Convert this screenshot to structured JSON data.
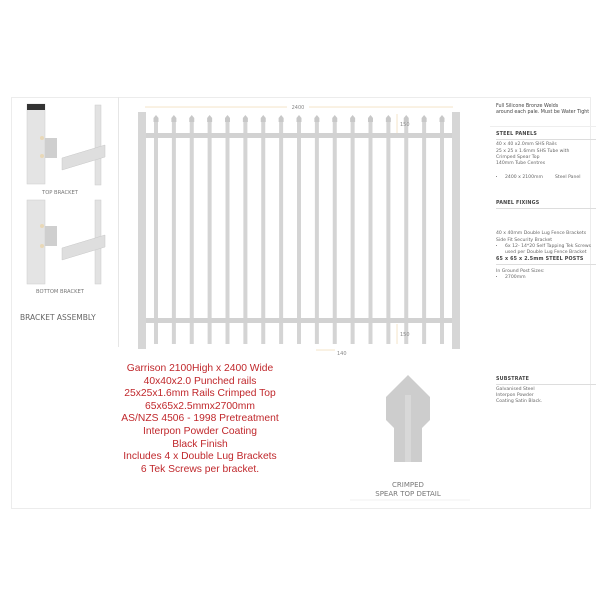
{
  "brackets": {
    "top_label": "TOP BRACKET",
    "bottom_label": "BOTTOM BRACKET",
    "title": "BRACKET ASSEMBLY"
  },
  "fence": {
    "width_dim": "2400",
    "top_dim": "150",
    "bottom_dim": "150",
    "spacing_dim": "140",
    "picket_count": 17,
    "colors": {
      "metal": "#d4d4d4",
      "dimension": "#e0b060"
    }
  },
  "description_lines": [
    "Garrison 2100High x 2400 Wide",
    "40x40x2.0 Punched rails",
    "25x25x1.6mm Rails Crimped Top",
    "65x65x2.5mmx2700mm",
    "AS/NZS 4506 - 1998 Pretreatment",
    "Interpon Powder Coating",
    "Black Finish",
    "Includes 4 x Double Lug Brackets",
    "6 Tek Screws per bracket."
  ],
  "spear_detail": {
    "line1": "CRIMPED",
    "line2": "SPEAR TOP DETAIL"
  },
  "specs": {
    "weld_note": [
      "Full Silicone Bronze Welds",
      "around each pale. Must be Water Tight"
    ],
    "steel_panels": {
      "heading": "STEEL PANELS",
      "lines": [
        "40 x 40 x2.0mm SHS Rails",
        "25 x 25 x 1.6mm SHS Tube with",
        "Crimped Spear Top",
        "140mm Tube Centres"
      ],
      "bullet_size": "2400 x 2100mm",
      "bullet_desc": "Steel Panel"
    },
    "panel_fixings": {
      "heading": "PANEL FIXINGS",
      "lines": [
        "40 x 40mm Double Lug Fence Brackets",
        "Side Fit Security Bracket"
      ],
      "bullet": [
        "6x 12- 14*20 Self Tapping Tek Screws",
        "used per Double Lug Fence Bracket"
      ]
    },
    "steel_posts": {
      "heading": "65 x 65 x 2.5mm STEEL POSTS",
      "line": "In Ground Post Sizes:",
      "bullet": "2700mm"
    },
    "substrate": {
      "heading": "SUBSTRATE",
      "lines": [
        "Galvanised Steel",
        "Interpon Powder",
        "Coating Satin Black."
      ]
    }
  }
}
